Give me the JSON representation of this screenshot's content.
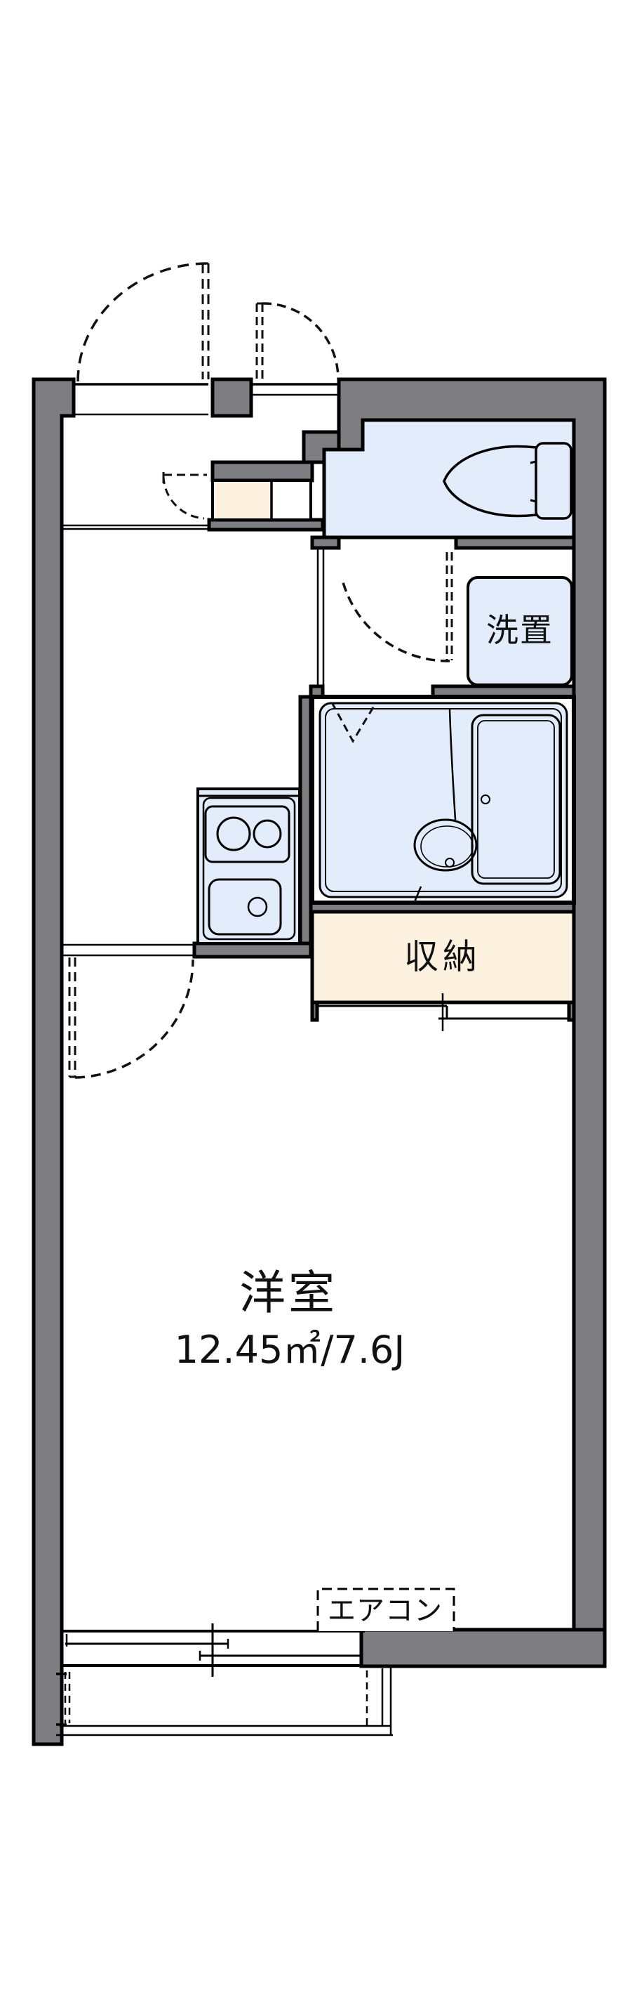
{
  "plan": {
    "type": "apartment-floorplan",
    "rooms": {
      "main": {
        "label": "洋室",
        "area": "12.45㎡/7.6J"
      },
      "storage": {
        "label": "収納"
      },
      "laundry": {
        "label": "洗置"
      },
      "aircon": {
        "label": "エアコン"
      }
    },
    "icons": {
      "toilet": "toilet-icon",
      "bathtub": "bathtub-icon",
      "wash-basin": "wash-basin-icon",
      "stove": "stove-burners-icon",
      "kitchen-sink": "kitchen-sink-icon",
      "doors": "door-swing-arc",
      "window": "sliding-window-symbol",
      "balcony": "balcony-rail-lines"
    },
    "colors": {
      "wall": "#7e7e82",
      "water_area": "#e3ecfa",
      "tatami_storage": "#fdf2e0",
      "line": "#000000",
      "background": "#ffffff"
    }
  }
}
